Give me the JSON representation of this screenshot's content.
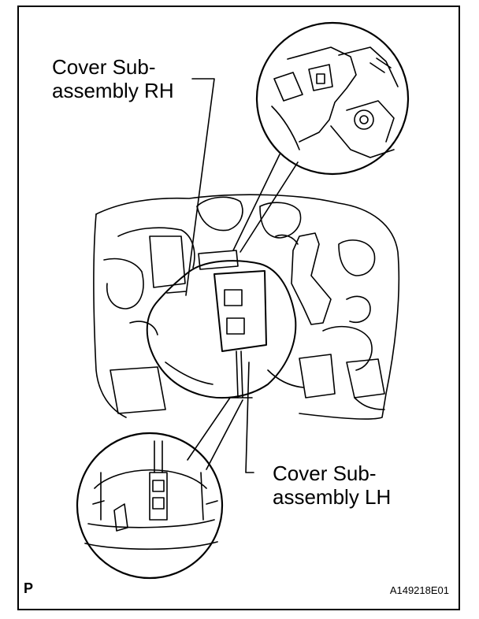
{
  "callouts": {
    "rh_line1": "Cover Sub-",
    "rh_line2": "assembly RH",
    "lh_line1": "Cover Sub-",
    "lh_line2": "assembly LH"
  },
  "corner_mark": "P",
  "figure_code": "A149218E01"
}
